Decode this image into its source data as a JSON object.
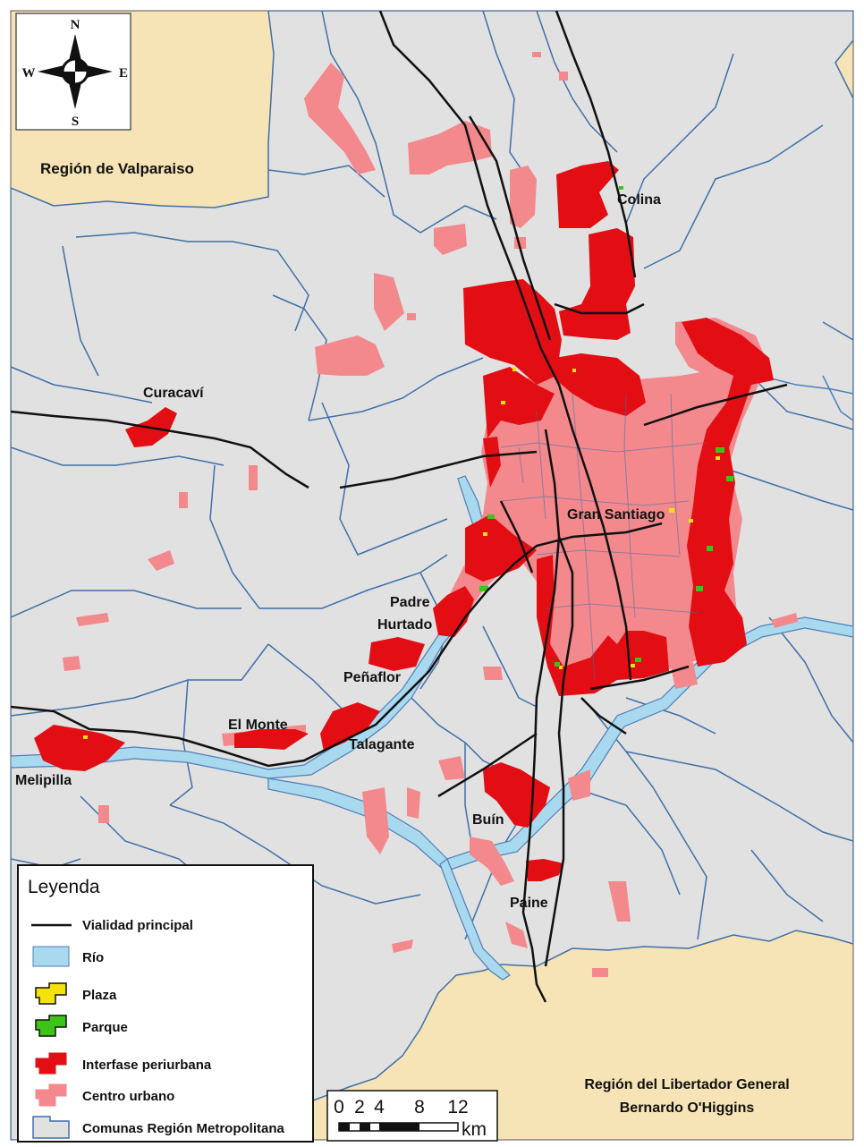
{
  "colors": {
    "region_metropolitana": "#e1e1e1",
    "outside_regions": "#f6e4b6",
    "comuna_border": "#3f6fa8",
    "river": "#a9d9ee",
    "river_border": "#4d7fb8",
    "road": "#111111",
    "interfase_periurbana": "#e20e14",
    "centro_urbano": "#f3898c",
    "plaza": "#f4e20a",
    "parque": "#3ec416"
  },
  "regions": {
    "valparaiso": "Región de Valparaiso",
    "ohiggins_line1": "Región del Libertador General",
    "ohiggins_line2": "Bernardo O'Higgins"
  },
  "places": {
    "colina": "Colina",
    "curacavi": "Curacaví",
    "gran_santiago": "Gran Santiago",
    "padre": "Padre",
    "hurtado": "Hurtado",
    "penaflor": "Peñaflor",
    "el_monte": "El Monte",
    "talagante": "Talagante",
    "melipilla": "Melipilla",
    "buin": "Buín",
    "paine": "Paine"
  },
  "compass": {
    "n": "N",
    "s": "S",
    "e": "E",
    "w": "W",
    "icon": "compass-rose-icon"
  },
  "legend": {
    "title": "Leyenda",
    "items": [
      {
        "label": "Vialidad principal",
        "symbol": "line"
      },
      {
        "label": "Río",
        "symbol": "river"
      },
      {
        "label": "Plaza",
        "symbol": "plaza"
      },
      {
        "label": "Parque",
        "symbol": "parque"
      },
      {
        "label": "Interfase periurbana",
        "symbol": "interfase"
      },
      {
        "label": "Centro urbano",
        "symbol": "centro"
      },
      {
        "label": "Comunas Región Metropolitana",
        "symbol": "comuna"
      }
    ]
  },
  "scale": {
    "ticks": [
      "0",
      "2",
      "4",
      "8",
      "12"
    ],
    "unit": "km"
  }
}
